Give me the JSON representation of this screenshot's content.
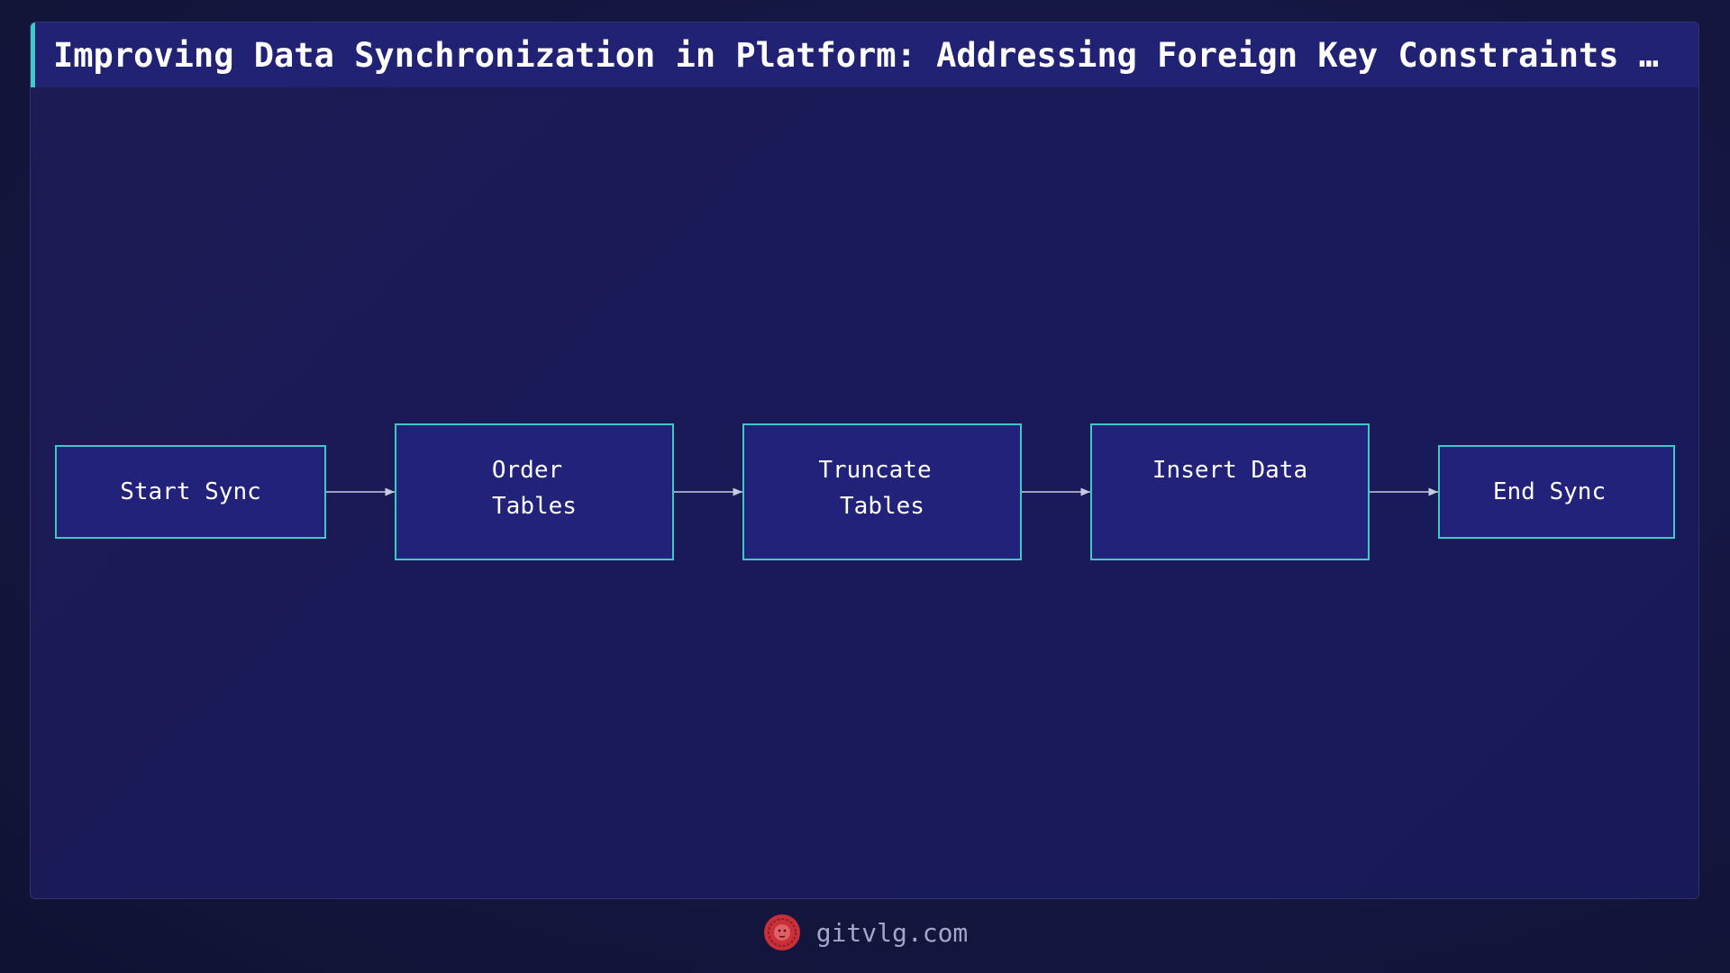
{
  "title": "Improving Data Synchronization in Platform: Addressing Foreign Key Constraints …",
  "nodes": [
    {
      "id": "start",
      "lines": [
        "Start Sync"
      ]
    },
    {
      "id": "order",
      "lines": [
        "Order",
        "Tables"
      ]
    },
    {
      "id": "truncate",
      "lines": [
        "Truncate",
        "Tables"
      ]
    },
    {
      "id": "insert",
      "lines": [
        "Insert Data"
      ]
    },
    {
      "id": "end",
      "lines": [
        "End Sync"
      ]
    }
  ],
  "footer": {
    "site": "gitvlg.com",
    "logo_icon": "lion-logo-icon"
  },
  "colors": {
    "background": "#121438",
    "panel": "#1a1a58",
    "title_bar": "#222275",
    "accent": "#3ec9c4",
    "node_fill": "#22227a",
    "arrow": "#c8cbe0",
    "logo": "#c9303a"
  }
}
